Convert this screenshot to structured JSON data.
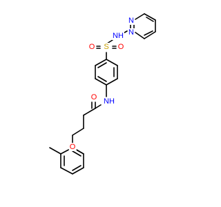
{
  "colors": {
    "bond": "#000000",
    "N": "#0000ff",
    "O": "#ff0000",
    "S": "#c8a000",
    "background": "#ffffff"
  },
  "atoms": {
    "nh_sulfonamide": "NH",
    "n_pyr_a": "N",
    "n_pyr_b": "N",
    "s_sulfonyl": "S",
    "o_sulfonyl_left": "O",
    "o_sulfonyl_right": "O",
    "nh_amide": "NH",
    "o_carbonyl": "O",
    "o_ether": "O"
  }
}
